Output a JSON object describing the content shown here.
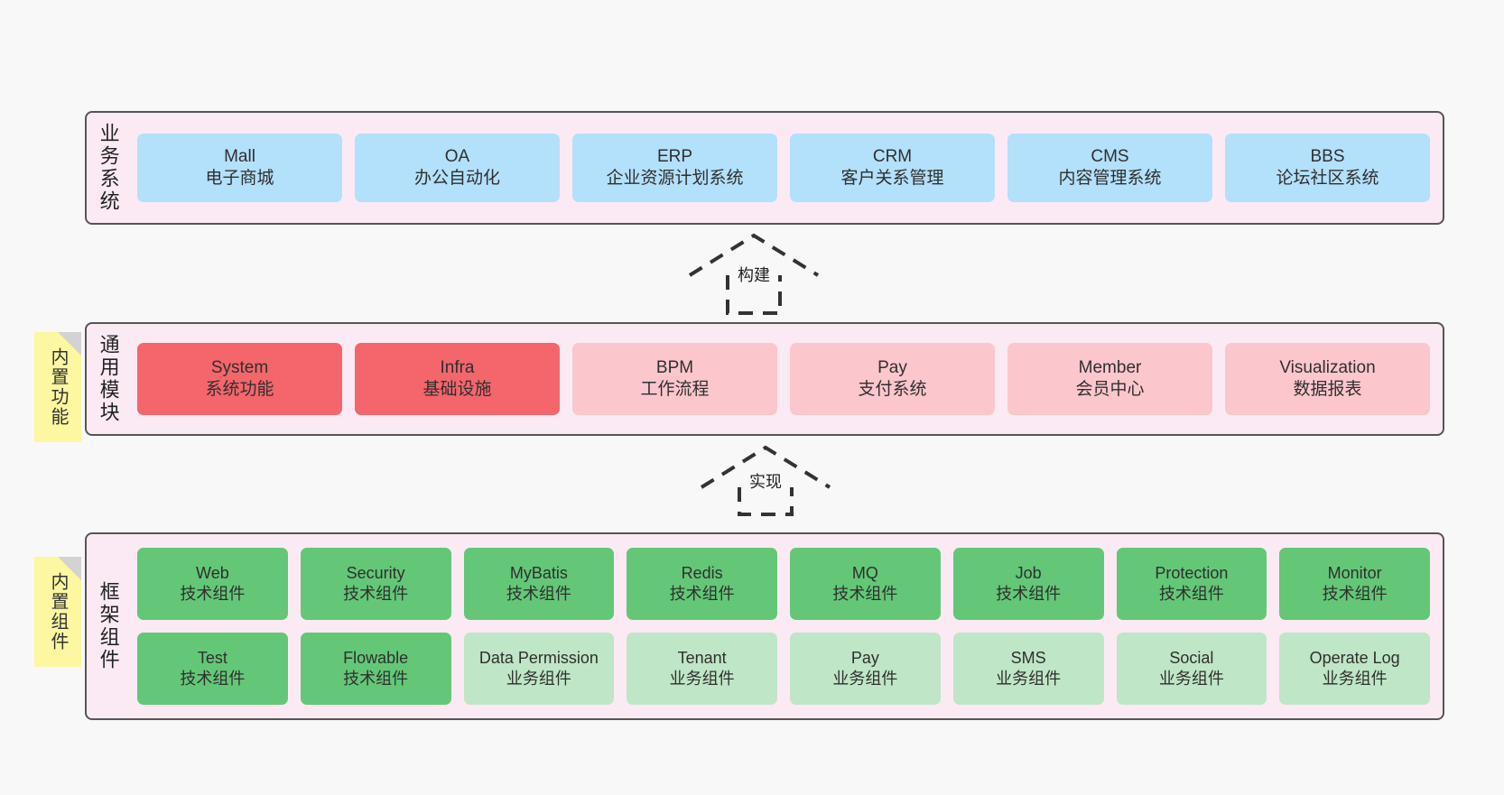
{
  "layers": [
    {
      "id": "business",
      "title": "业务系统",
      "rows": [
        {
          "cells": [
            {
              "en": "Mall",
              "cn": "电子商城",
              "color": "c-blue"
            },
            {
              "en": "OA",
              "cn": "办公自动化",
              "color": "c-blue"
            },
            {
              "en": "ERP",
              "cn": "企业资源计划系统",
              "color": "c-blue"
            },
            {
              "en": "CRM",
              "cn": "客户关系管理",
              "color": "c-blue"
            },
            {
              "en": "CMS",
              "cn": "内容管理系统",
              "color": "c-blue"
            },
            {
              "en": "BBS",
              "cn": "论坛社区系统",
              "color": "c-blue"
            }
          ]
        }
      ]
    },
    {
      "id": "common",
      "title": "通用模块",
      "rows": [
        {
          "cells": [
            {
              "en": "System",
              "cn": "系统功能",
              "color": "c-red"
            },
            {
              "en": "Infra",
              "cn": "基础设施",
              "color": "c-red"
            },
            {
              "en": "BPM",
              "cn": "工作流程",
              "color": "c-pink"
            },
            {
              "en": "Pay",
              "cn": "支付系统",
              "color": "c-pink"
            },
            {
              "en": "Member",
              "cn": "会员中心",
              "color": "c-pink"
            },
            {
              "en": "Visualization",
              "cn": "数据报表",
              "color": "c-pink"
            }
          ]
        }
      ]
    },
    {
      "id": "framework",
      "title": "框架组件",
      "rows": [
        {
          "cells": [
            {
              "en": "Web",
              "cn": "技术组件",
              "color": "c-green"
            },
            {
              "en": "Security",
              "cn": "技术组件",
              "color": "c-green"
            },
            {
              "en": "MyBatis",
              "cn": "技术组件",
              "color": "c-green"
            },
            {
              "en": "Redis",
              "cn": "技术组件",
              "color": "c-green"
            },
            {
              "en": "MQ",
              "cn": "技术组件",
              "color": "c-green"
            },
            {
              "en": "Job",
              "cn": "技术组件",
              "color": "c-green"
            },
            {
              "en": "Protection",
              "cn": "技术组件",
              "color": "c-green"
            },
            {
              "en": "Monitor",
              "cn": "技术组件",
              "color": "c-green"
            }
          ]
        },
        {
          "cells": [
            {
              "en": "Test",
              "cn": "技术组件",
              "color": "c-green"
            },
            {
              "en": "Flowable",
              "cn": "技术组件",
              "color": "c-green"
            },
            {
              "en": "Data Permission",
              "cn": "业务组件",
              "color": "c-lightgreen"
            },
            {
              "en": "Tenant",
              "cn": "业务组件",
              "color": "c-lightgreen"
            },
            {
              "en": "Pay",
              "cn": "业务组件",
              "color": "c-lightgreen"
            },
            {
              "en": "SMS",
              "cn": "业务组件",
              "color": "c-lightgreen"
            },
            {
              "en": "Social",
              "cn": "业务组件",
              "color": "c-lightgreen"
            },
            {
              "en": "Operate Log",
              "cn": "业务组件",
              "color": "c-lightgreen"
            }
          ]
        }
      ]
    }
  ],
  "notes": [
    {
      "id": "note-common",
      "text": "内置功能"
    },
    {
      "id": "note-component",
      "text": "内置组件"
    }
  ],
  "arrows": [
    {
      "id": "arrow-build",
      "label": "构建"
    },
    {
      "id": "arrow-impl",
      "label": "实现"
    }
  ],
  "colors": {
    "background": "#f8f8f8",
    "layer_fill": "#fbeaf4",
    "layer_border": "#555555",
    "blue": "#b3e0fb",
    "red": "#f4666c",
    "pink": "#fcc6cd",
    "green": "#63c777",
    "light_green": "#bfe6c6",
    "note_yellow": "#fcf7a0",
    "note_fold": "#d3d3d3",
    "arrow_stroke": "#333333"
  }
}
